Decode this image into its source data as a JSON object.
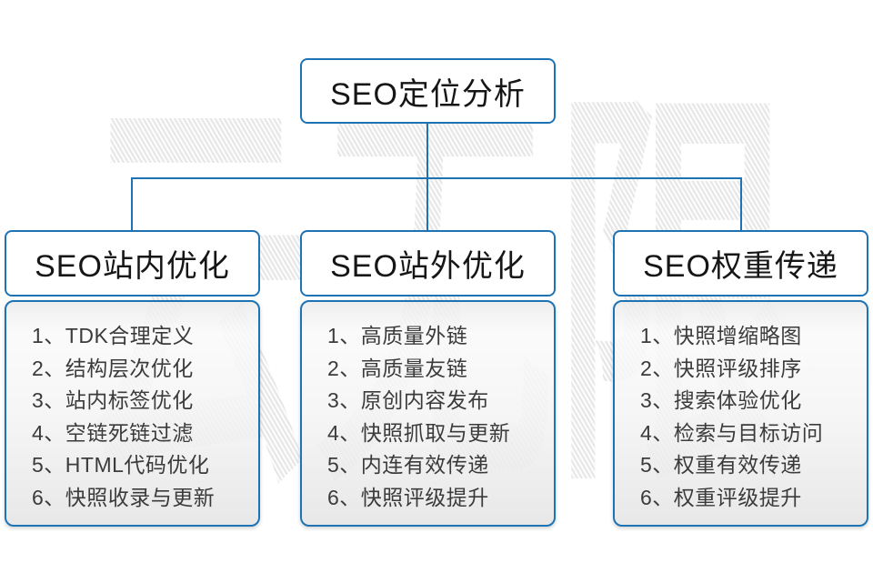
{
  "watermark": "云无限",
  "colors": {
    "line_blue": "#1e73b4",
    "title_text": "#161616",
    "list_text": "#3b3b3b",
    "watermark_gray": "#ececec"
  },
  "root": {
    "title": "SEO定位分析"
  },
  "branches": [
    {
      "title": "SEO站内优化",
      "items": [
        "1、TDK合理定义",
        "2、结构层次优化",
        "3、站内标签优化",
        "4、空链死链过滤",
        "5、HTML代码优化",
        "6、快照收录与更新"
      ]
    },
    {
      "title": "SEO站外优化",
      "items": [
        "1、高质量外链",
        "2、高质量友链",
        "3、原创内容发布",
        "4、快照抓取与更新",
        "5、内连有效传递",
        "6、快照评级提升"
      ]
    },
    {
      "title": "SEO权重传递",
      "items": [
        "1、快照增缩略图",
        "2、快照评级排序",
        "3、搜索体验优化",
        "4、检索与目标访问",
        "5、权重有效传递",
        "6、权重评级提升"
      ]
    }
  ]
}
